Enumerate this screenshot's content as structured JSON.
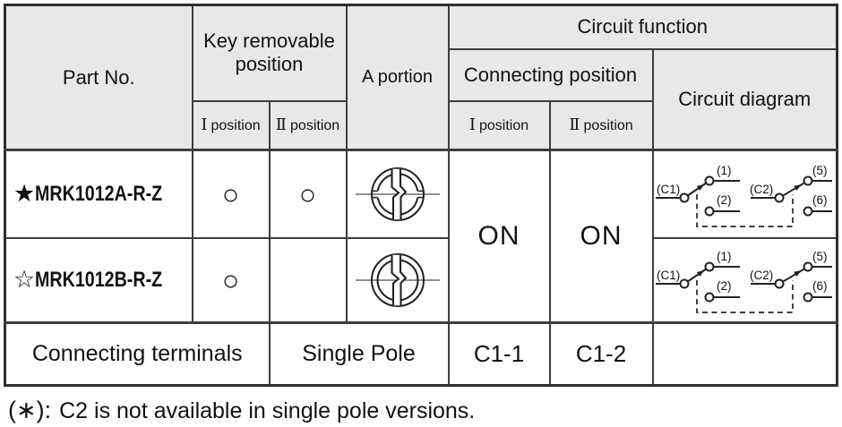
{
  "colors": {
    "header_bg": "#e8e8e8",
    "border": "#3d3d3d",
    "text": "#121212",
    "background": "#ffffff"
  },
  "header": {
    "part_no": "Part No.",
    "key_removable": "Key removable position",
    "a_portion": "A portion",
    "circuit_function": "Circuit function",
    "connecting_position": "Connecting position",
    "circuit_diagram": "Circuit diagram",
    "pos1_num": "Ⅰ",
    "pos1_word": "position",
    "pos2_num": "Ⅱ",
    "pos2_word": "position"
  },
  "rows": [
    {
      "star": "★",
      "part_no": "MRK1012A-R-Z",
      "key_pos_1": "○",
      "key_pos_2": "○"
    },
    {
      "star": "☆",
      "part_no": "MRK1012B-R-Z",
      "key_pos_1": "○",
      "key_pos_2": ""
    }
  ],
  "connecting": {
    "on_pos1": "ON",
    "on_pos2": "ON"
  },
  "footer_row": {
    "connecting_terminals": "Connecting terminals",
    "pole_type": "Single Pole",
    "pos1": "C1-1",
    "pos2": "C1-2"
  },
  "circuit": {
    "c1": "(C1)",
    "t1": "(1)",
    "t2": "(2)",
    "c2": "(C2)",
    "t5": "(5)",
    "t6": "(6)"
  },
  "icons": {
    "a_portion_row_a": "key-cylinder-face-position-1",
    "a_portion_row_b": "key-cylinder-face-position-2",
    "circuit_symbol": "two-spdt-switches-mechanically-linked"
  },
  "footnote": {
    "marker": "(∗):",
    "text": "C2 is not available in single pole versions."
  }
}
